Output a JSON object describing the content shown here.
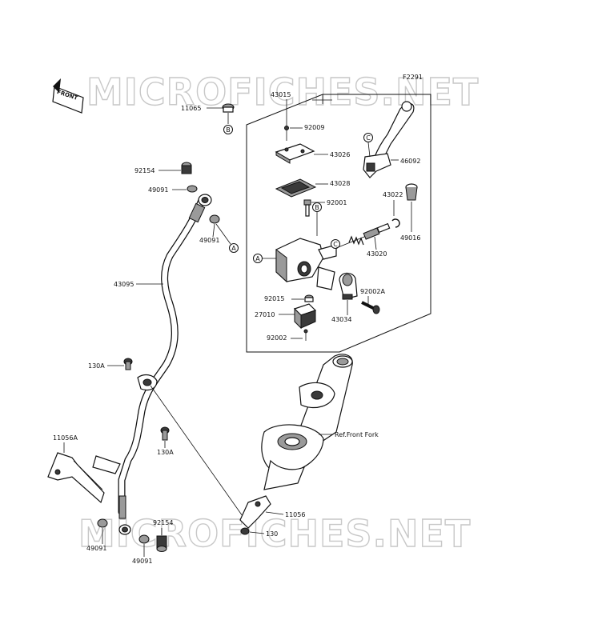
{
  "diagram": {
    "code": "F2291",
    "watermark": "MICROFICHES.NET",
    "front_label": "FRONT",
    "reference_label": "Ref.Front Fork",
    "part_labels": {
      "p43015": "43015",
      "p11065": "11065",
      "p92009": "92009",
      "p43026": "43026",
      "p43028": "43028",
      "p92001": "92001",
      "p43022": "43022",
      "p46092": "46092",
      "p49016": "49016",
      "p43020": "43020",
      "p92002A": "92002A",
      "p92015": "92015",
      "p27010": "27010",
      "p43034": "43034",
      "p92002": "92002",
      "p92154_top": "92154",
      "p49091_top": "49091",
      "p49091_mid": "49091",
      "p43095": "43095",
      "p130A_top": "130A",
      "p130A_mid": "130A",
      "p11056A": "11056A",
      "p11056": "11056",
      "p130": "130",
      "p92154_bot": "92154",
      "p49091_left": "49091",
      "p49091_bot": "49091"
    },
    "callouts": {
      "a1": "A",
      "a2": "A",
      "b1": "B",
      "b2": "B",
      "c1": "C",
      "c2": "C"
    }
  }
}
